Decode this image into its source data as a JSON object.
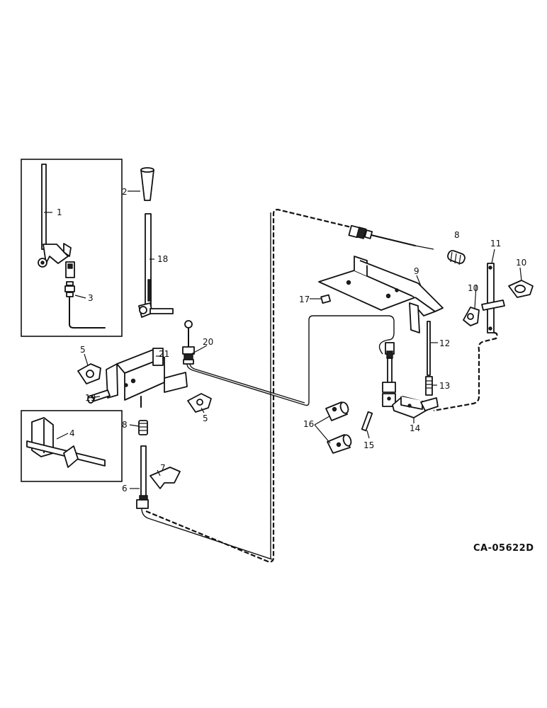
{
  "diagram": {
    "drawing_code": "CA-05622D",
    "callouts": [
      {
        "id": "c1",
        "text": "1"
      },
      {
        "id": "c2",
        "text": "2"
      },
      {
        "id": "c3",
        "text": "3"
      },
      {
        "id": "c4",
        "text": "4"
      },
      {
        "id": "c5a",
        "text": "5"
      },
      {
        "id": "c5b",
        "text": "5"
      },
      {
        "id": "c6",
        "text": "6"
      },
      {
        "id": "c7",
        "text": "7"
      },
      {
        "id": "c8a",
        "text": "8"
      },
      {
        "id": "c8b",
        "text": "8"
      },
      {
        "id": "c9",
        "text": "9"
      },
      {
        "id": "c10a",
        "text": "10"
      },
      {
        "id": "c10b",
        "text": "10"
      },
      {
        "id": "c11",
        "text": "11"
      },
      {
        "id": "c12",
        "text": "12"
      },
      {
        "id": "c13",
        "text": "13"
      },
      {
        "id": "c14",
        "text": "14"
      },
      {
        "id": "c15",
        "text": "15"
      },
      {
        "id": "c16",
        "text": "16"
      },
      {
        "id": "c17",
        "text": "17"
      },
      {
        "id": "c18",
        "text": "18"
      },
      {
        "id": "c19",
        "text": "19"
      },
      {
        "id": "c20",
        "text": "20"
      },
      {
        "id": "c21",
        "text": "21"
      }
    ]
  }
}
